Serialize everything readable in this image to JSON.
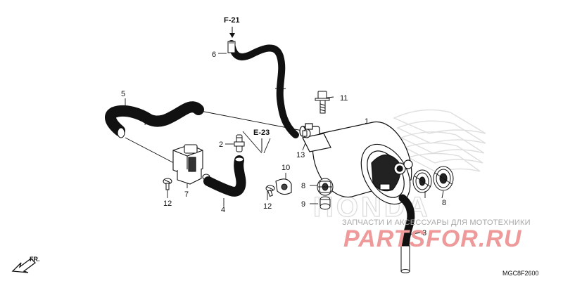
{
  "diagram": {
    "callouts": [
      {
        "id": "1",
        "text": "1"
      },
      {
        "id": "2",
        "text": "2"
      },
      {
        "id": "3",
        "text": "3"
      },
      {
        "id": "4",
        "text": "4"
      },
      {
        "id": "5",
        "text": "5"
      },
      {
        "id": "6",
        "text": "6"
      },
      {
        "id": "7",
        "text": "7"
      },
      {
        "id": "8a",
        "text": "8"
      },
      {
        "id": "8b",
        "text": "8"
      },
      {
        "id": "9",
        "text": "9"
      },
      {
        "id": "10",
        "text": "10"
      },
      {
        "id": "11",
        "text": "11"
      },
      {
        "id": "12a",
        "text": "12"
      },
      {
        "id": "12b",
        "text": "12"
      },
      {
        "id": "13",
        "text": "13"
      }
    ],
    "refs": {
      "f21": "F-21",
      "e23": "E-23"
    },
    "direction": "FR.",
    "drawing_code": "MGC8F2600"
  },
  "watermark": {
    "caption": "ЗАПЧАСТИ И АКСЕССУАРЫ ДЛЯ МОТОТЕХНИКИ",
    "brand": "PARTSFOR.RU",
    "honda": "HONDA"
  },
  "colors": {
    "line": "#111111",
    "brand_watermark": "#ef9a9a",
    "grey_watermark": "#d6d6d6"
  }
}
